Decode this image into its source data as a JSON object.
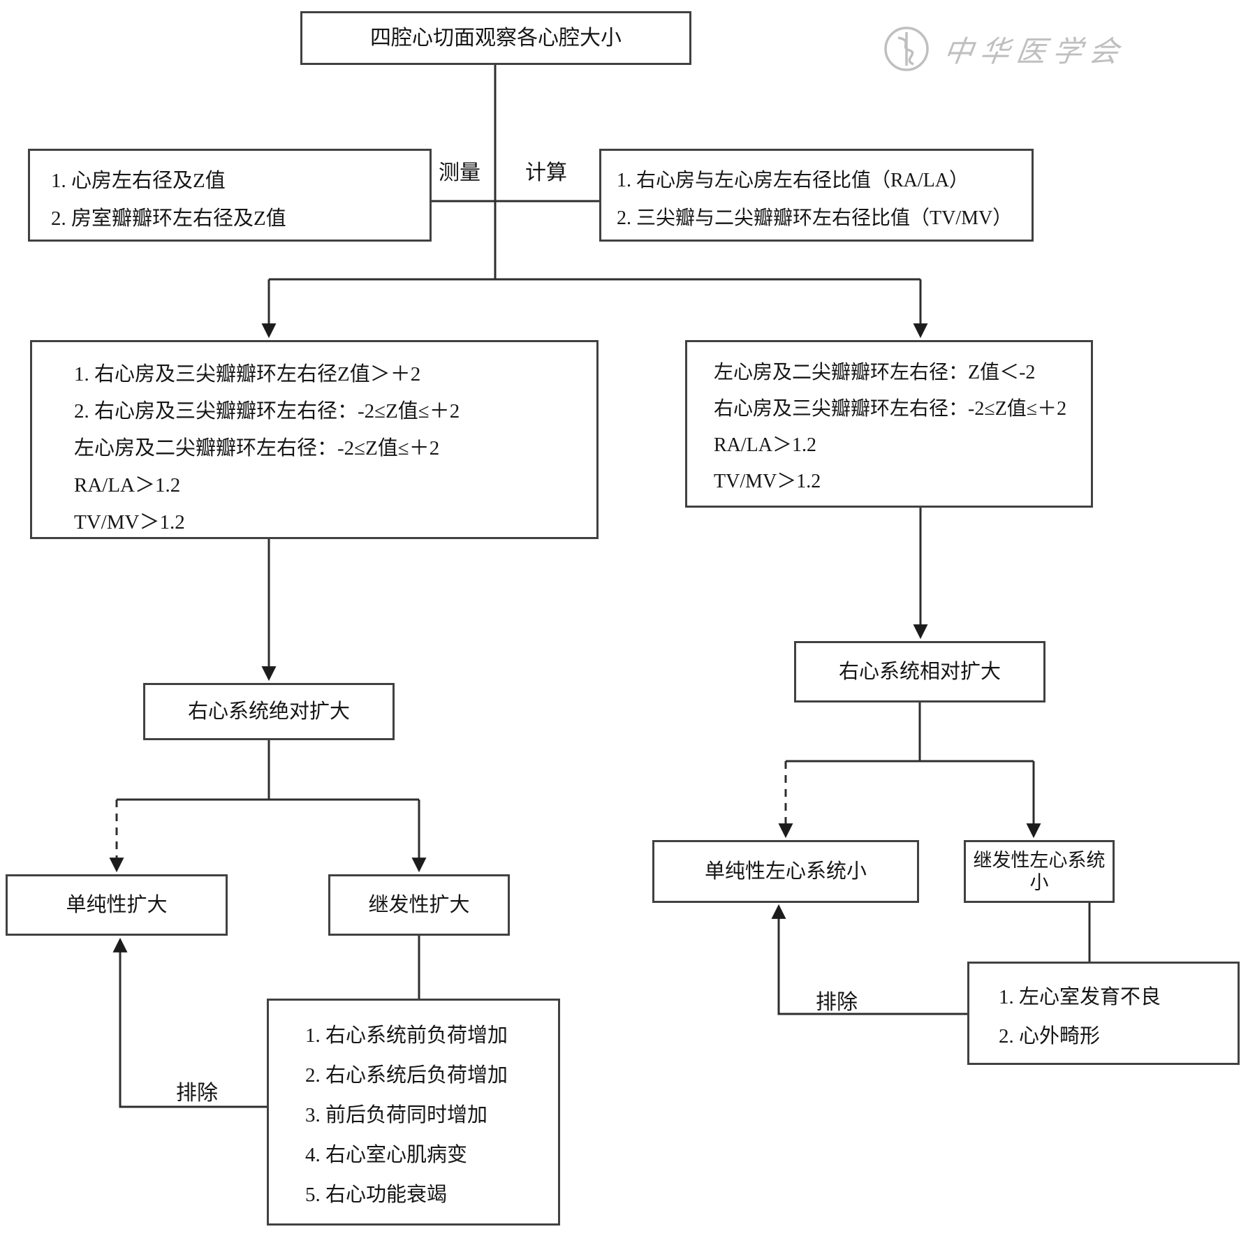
{
  "flowchart": {
    "title": "四腔心切面观察各心腔大小",
    "edge_labels": {
      "measure": "测量",
      "calculate": "计算",
      "exclude_left": "排除",
      "exclude_right": "排除"
    },
    "measurement_box": {
      "items": [
        "1. 心房左右径及Z值",
        "2. 房室瓣瓣环左右径及Z值"
      ]
    },
    "calculation_box": {
      "items": [
        "1. 右心房与左心房左右径比值（RA/LA）",
        "2. 三尖瓣与二尖瓣瓣环左右径比值（TV/MV）"
      ]
    },
    "left_criteria_box": {
      "items": [
        "1. 右心房及三尖瓣瓣环左右径Z值＞＋2",
        "2. 右心房及三尖瓣瓣环左右径：-2≤Z值≤＋2",
        "左心房及二尖瓣瓣环左右径：-2≤Z值≤＋2",
        "RA/LA＞1.2",
        "TV/MV＞1.2"
      ]
    },
    "right_criteria_box": {
      "items": [
        "左心房及二尖瓣瓣环左右径：Z值＜-2",
        "右心房及三尖瓣瓣环左右径：-2≤Z值≤＋2",
        "RA/LA＞1.2",
        "TV/MV＞1.2"
      ]
    },
    "absolute_box": "右心系统绝对扩大",
    "relative_box": "右心系统相对扩大",
    "simple_enlargement_box": "单纯性扩大",
    "secondary_enlargement_box": "继发性扩大",
    "simple_small_box": "单纯性左心系统小",
    "secondary_small_box": "继发性左心系统小",
    "secondary_causes_box": {
      "items": [
        "1. 右心系统前负荷增加",
        "2. 右心系统后负荷增加",
        "3. 前后负荷同时增加",
        "4. 右心室心肌病变",
        "5. 右心功能衰竭"
      ]
    },
    "small_causes_box": {
      "items": [
        "1. 左心室发育不良",
        "2. 心外畸形"
      ]
    },
    "watermark": "中华医学会",
    "colors": {
      "line": "#2e2e2e",
      "border": "#414141",
      "text": "#151515",
      "watermark": "#b9b9b9",
      "background": "#ffffff"
    }
  }
}
